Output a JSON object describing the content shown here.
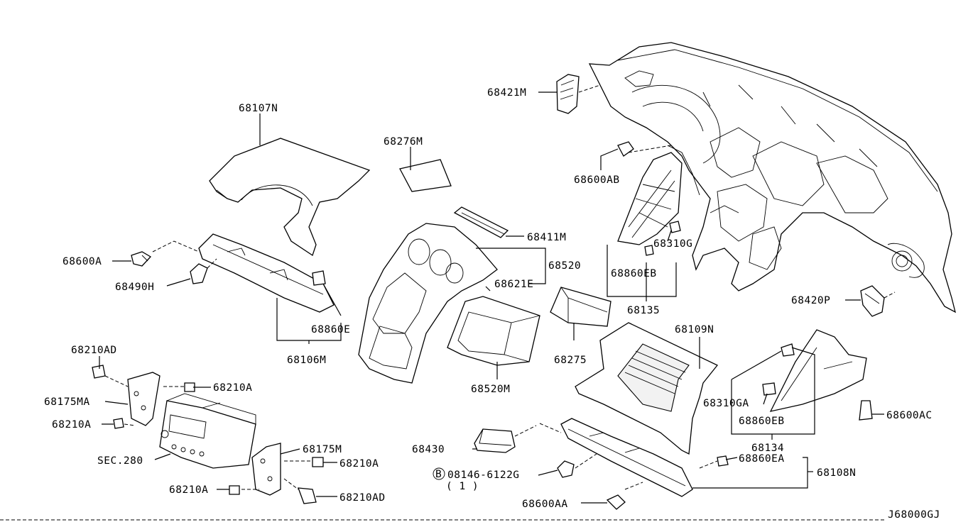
{
  "diagram_code": "J68000GJ",
  "labels": [
    {
      "id": "p68107N",
      "text": "68107N"
    },
    {
      "id": "p68276M",
      "text": "68276M"
    },
    {
      "id": "p68421M",
      "text": "68421M"
    },
    {
      "id": "p68600AB",
      "text": "68600AB"
    },
    {
      "id": "p68411M",
      "text": "68411M"
    },
    {
      "id": "p68520",
      "text": "68520"
    },
    {
      "id": "p68621E",
      "text": "68621E"
    },
    {
      "id": "p68310G",
      "text": "68310G"
    },
    {
      "id": "p68860EB_a",
      "text": "68860EB"
    },
    {
      "id": "p68135",
      "text": "68135"
    },
    {
      "id": "p68420P",
      "text": "68420P"
    },
    {
      "id": "p68600A",
      "text": "68600A"
    },
    {
      "id": "p68490H",
      "text": "68490H"
    },
    {
      "id": "p68860E",
      "text": "68860E"
    },
    {
      "id": "p68106M",
      "text": "68106M"
    },
    {
      "id": "p68109N",
      "text": "68109N"
    },
    {
      "id": "p68275",
      "text": "68275"
    },
    {
      "id": "p68520M",
      "text": "68520M"
    },
    {
      "id": "p68210AD_a",
      "text": "68210AD"
    },
    {
      "id": "p68210A_a",
      "text": "68210A"
    },
    {
      "id": "p68175MA",
      "text": "68175MA"
    },
    {
      "id": "p68210A_b",
      "text": "68210A"
    },
    {
      "id": "p68310GA",
      "text": "68310GA"
    },
    {
      "id": "p68860EB_b",
      "text": "68860EB"
    },
    {
      "id": "p68600AC",
      "text": "68600AC"
    },
    {
      "id": "p68134",
      "text": "68134"
    },
    {
      "id": "p68175M",
      "text": "68175M"
    },
    {
      "id": "pSEC280",
      "text": "SEC.280"
    },
    {
      "id": "p68430",
      "text": "68430"
    },
    {
      "id": "p68210A_c",
      "text": "68210A"
    },
    {
      "id": "p68860EA",
      "text": "68860EA"
    },
    {
      "id": "p68108N",
      "text": "68108N"
    },
    {
      "id": "p08146",
      "text": "08146-6122G"
    },
    {
      "id": "pQty",
      "text": "( 1 )"
    },
    {
      "id": "p68210A_d",
      "text": "68210A"
    },
    {
      "id": "p68210AD_b",
      "text": "68210AD"
    },
    {
      "id": "p68600AA",
      "text": "68600AA"
    }
  ],
  "bolt_prefix": "B"
}
